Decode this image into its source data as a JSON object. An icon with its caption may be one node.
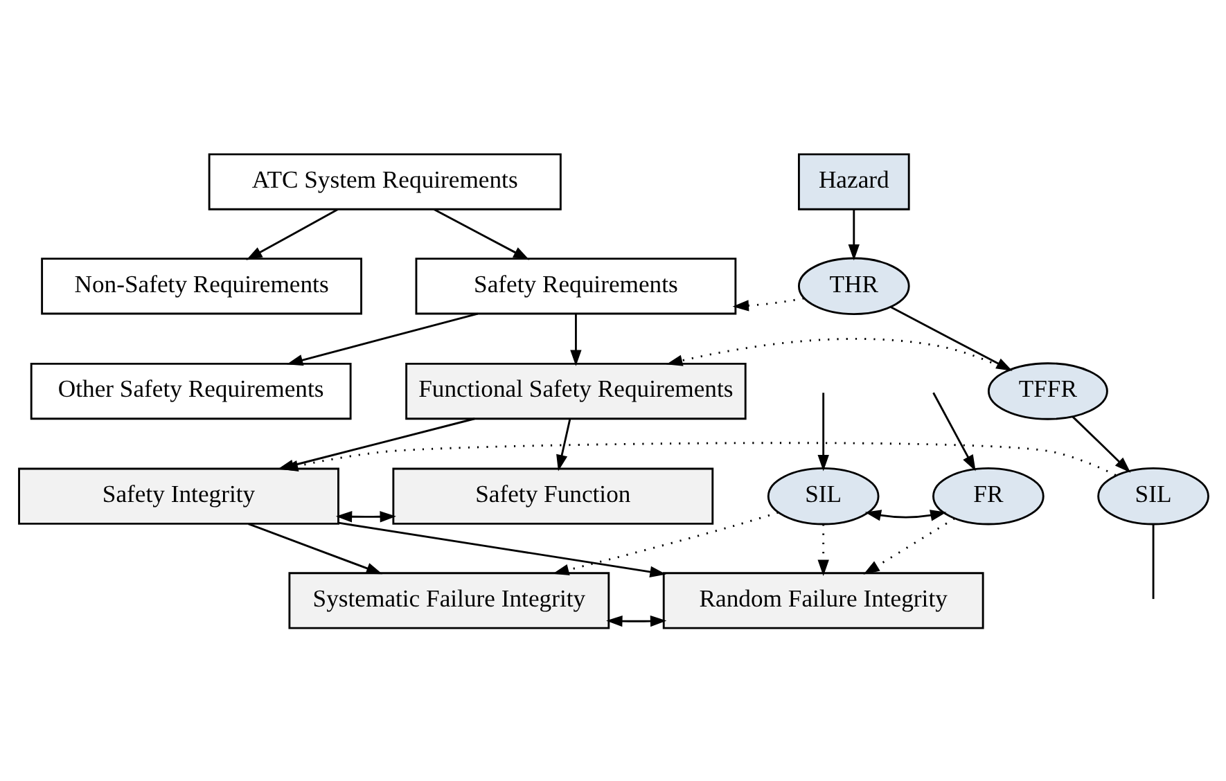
{
  "diagram": {
    "nodes": [
      {
        "text": [
          "ATC System Requirements"
        ]
      },
      {
        "text": [
          "Hazard"
        ]
      },
      {
        "text": [
          "Non-Safety Requirements"
        ]
      },
      {
        "text": [
          "Safety Requirements"
        ]
      },
      {
        "text": [
          "THR"
        ]
      },
      {
        "text": [
          "Other Safety Requirements"
        ]
      },
      {
        "text": [
          "Functional Safety Requirements"
        ]
      },
      {
        "text": [
          "TFFR"
        ]
      },
      {
        "text": [
          "Safety Function"
        ]
      },
      {
        "text": [
          "Safety Integrity"
        ]
      },
      {
        "text": [
          "SIL"
        ]
      },
      {
        "text": [
          "Systematic Failure Integrity"
        ]
      },
      {
        "text": [
          "Random Failure Integrity"
        ]
      },
      {
        "text": [
          "SIL"
        ]
      },
      {
        "text": [
          "FR"
        ]
      }
    ],
    "edges": [
      {
        "from": 0,
        "to": 2,
        "arrow": "to"
      },
      {
        "from": 0,
        "to": 3,
        "arrow": "to"
      },
      {
        "from": 1,
        "to": 4,
        "arrow": "to"
      },
      {
        "from": 4,
        "to": 3,
        "arrow": "to",
        "style": "dashed"
      },
      {
        "from": 3,
        "to": 5,
        "arrow": "to"
      },
      {
        "from": 3,
        "to": 6,
        "arrow": "to"
      },
      {
        "from": 4,
        "to": 7,
        "arrow": "to"
      },
      {
        "from": 7,
        "to": 6,
        "arrow": "to",
        "style": "dashed"
      },
      {
        "from": 6,
        "to": 8,
        "arrow": "to"
      },
      {
        "from": 6,
        "to": 9,
        "arrow": "to"
      },
      {
        "from": 7,
        "to": 10,
        "arrow": "to"
      },
      {
        "from": 8,
        "to": 9,
        "arrow": "both"
      },
      {
        "from": 10,
        "to": 9,
        "arrow": "to",
        "style": "dashed"
      },
      {
        "from": 9,
        "to": 11,
        "arrow": "to"
      },
      {
        "from": 9,
        "to": 12,
        "arrow": "to"
      },
      {
        "from": 11,
        "to": 12,
        "arrow": "both"
      },
      {
        "from": 13,
        "to": 11,
        "arrow": "to",
        "style": "dashed"
      },
      {
        "from": 13,
        "to": 12,
        "arrow": "to",
        "style": "dashed"
      },
      {
        "from": 14,
        "to": 12,
        "arrow": "to",
        "style": "dashed"
      },
      {
        "from": 13,
        "to": 14,
        "arrow": "both"
      },
      {
        "from": null,
        "to": 13,
        "arrow": "to"
      },
      {
        "from": null,
        "to": 14,
        "arrow": "to"
      },
      {
        "from": 10,
        "to": null,
        "arrow": "none"
      }
    ]
  }
}
